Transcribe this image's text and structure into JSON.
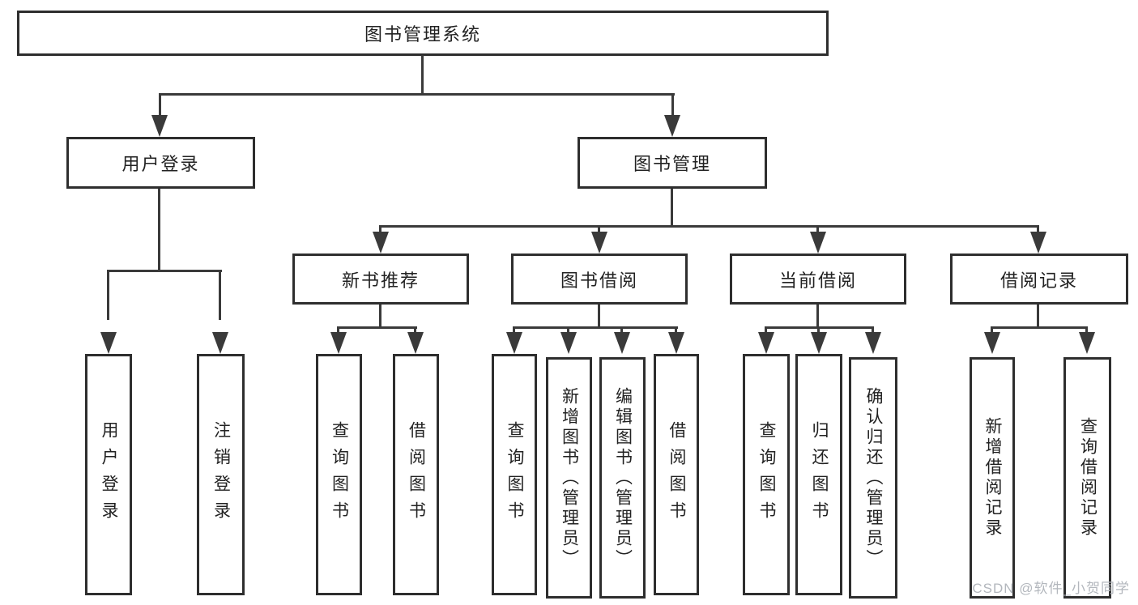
{
  "nodes": {
    "root": "图书管理系统",
    "level2": {
      "user_login": "用户登录",
      "book_mgmt": "图书管理"
    },
    "level3": {
      "new_book": "新书推荐",
      "book_borrow": "图书借阅",
      "current_borrow": "当前借阅",
      "borrow_record": "借阅记录"
    },
    "leaves": {
      "user_login": "用户登录",
      "logout": "注销登录",
      "nb_query": "查询图书",
      "nb_borrow": "借阅图书",
      "bb_query": "查询图书",
      "bb_add": "新增图书（管理员）",
      "bb_edit": "编辑图书（管理员）",
      "bb_borrow": "借阅图书",
      "cb_query": "查询图书",
      "cb_return": "归还图书",
      "cb_confirm": "确认归还（管理员）",
      "br_add": "新增借阅记录",
      "br_query": "查询借阅记录"
    }
  },
  "watermark": "CSDN @软件_小贺同学",
  "colors": {
    "box_border": "#2e2e2e",
    "connector": "#3a3a3a",
    "text": "#222222",
    "watermark": "#b3b7bd",
    "background": "#ffffff"
  }
}
